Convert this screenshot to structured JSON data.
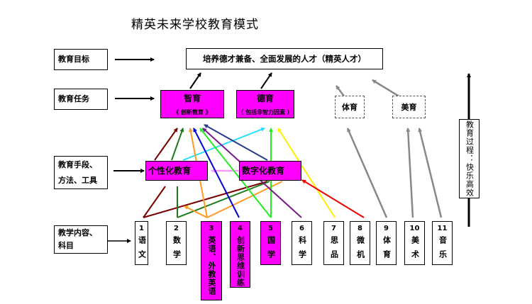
{
  "title": "精英未来学校教育模式",
  "rows": {
    "goal_label": "教育目标",
    "task_label": "教育任务",
    "means_label_1": "教育手段、",
    "means_label_2": "方法、工具",
    "content_label_1": "教学内容、",
    "content_label_2": "科目"
  },
  "goal": "培养德才兼备、全面发展的人才（精英人才）",
  "tasks": [
    {
      "name": "智育",
      "note": "《 创新教育 》"
    },
    {
      "name": "德育",
      "note": "（ 包括非智力因素 ）"
    },
    {
      "name": "体育"
    },
    {
      "name": "美育"
    }
  ],
  "means": [
    "个性化教育",
    "数字化教育"
  ],
  "subjects": [
    {
      "num": "1",
      "name": "语文"
    },
    {
      "num": "2",
      "name": "数学"
    },
    {
      "num": "3",
      "name": "英语、外教英语"
    },
    {
      "num": "4",
      "name": "创新思维训练"
    },
    {
      "num": "5",
      "name": "国学"
    },
    {
      "num": "6",
      "name": "科学"
    },
    {
      "num": "7",
      "name": "思品"
    },
    {
      "num": "8",
      "name": "微机"
    },
    {
      "num": "9",
      "name": "体育"
    },
    {
      "num": "10",
      "name": "美术"
    },
    {
      "num": "11",
      "name": "音乐"
    }
  ],
  "process": "教育过程：快乐高效",
  "colors": {
    "highlight": "#ff00ff",
    "arrow_gray": "#888888"
  }
}
